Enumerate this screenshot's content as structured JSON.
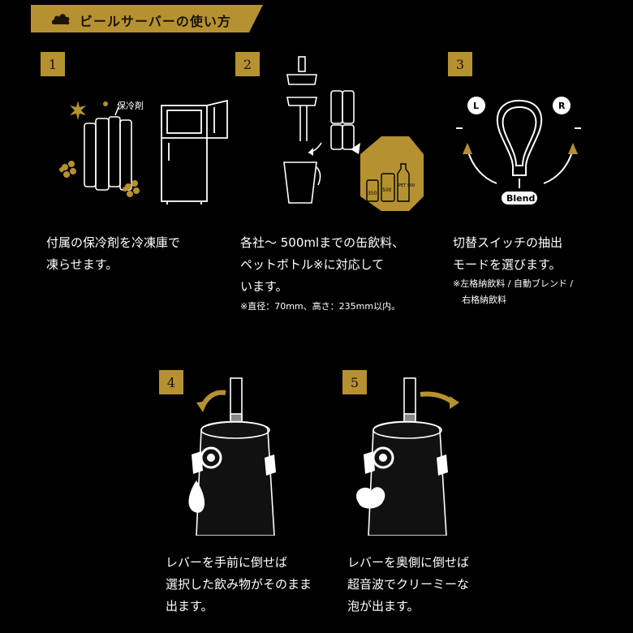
{
  "header": {
    "title": "ビールサーバーの使い方",
    "icon": "beer-foam-icon"
  },
  "colors": {
    "gold": "#b69131",
    "background": "#000000",
    "text": "#ffffff"
  },
  "steps": [
    {
      "number": "1",
      "text": "付属の保冷剤を冷凍庫で\n凍らせます。",
      "label": "保冷剤",
      "note": ""
    },
    {
      "number": "2",
      "text": "各社～ 500mlまでの缶飲料、\nペットボトル※に対応して\nいます。",
      "note": "※直径：70mm、高さ：235mm以内。",
      "cans": [
        "350",
        "500",
        "PET\n500"
      ]
    },
    {
      "number": "3",
      "text": "切替スイッチの抽出\nモードを選びます。",
      "note": "※左格納飲料 / 自動ブレンド /\n　右格納飲料",
      "switch": {
        "left": "L",
        "right": "R",
        "center": "Blend"
      }
    },
    {
      "number": "4",
      "text": "レバーを手前に倒せば\n選択した飲み物がそのまま\n出ます。",
      "note": ""
    },
    {
      "number": "5",
      "text": "レバーを奥側に倒せば\n超音波でクリーミーな\n泡が出ます。",
      "note": ""
    }
  ]
}
